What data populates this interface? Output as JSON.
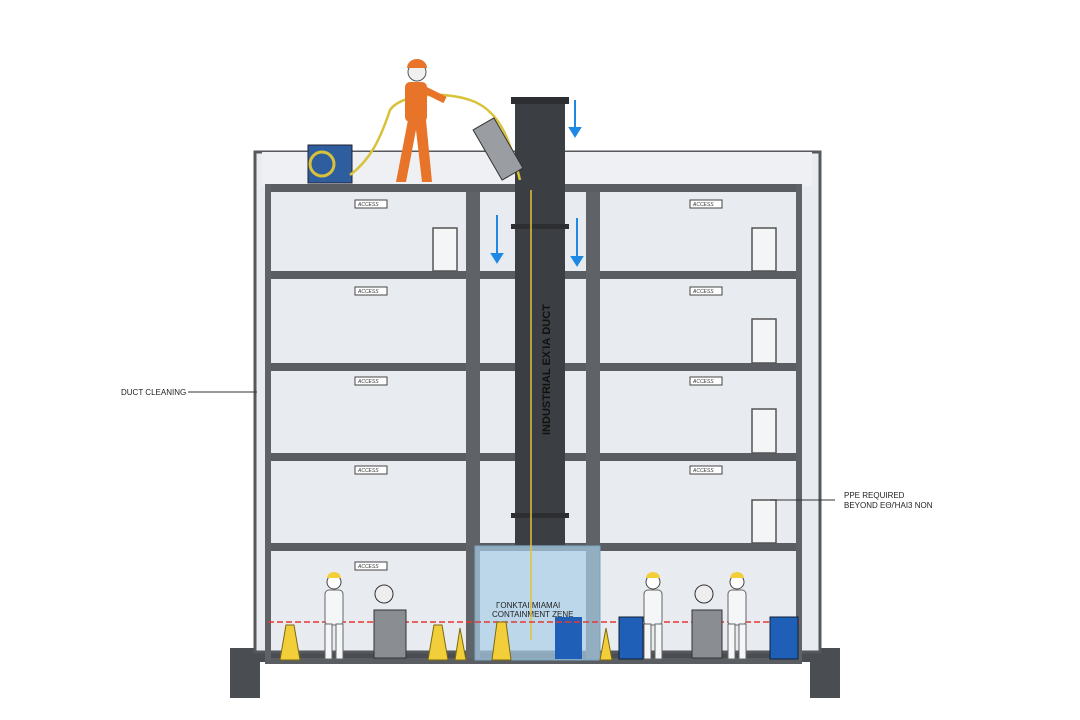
{
  "labels": {
    "left_callout": "DUCT CLEANING",
    "right_callout_line1": "PPE REQUIRED",
    "right_callout_line2": "BEYOND ΕΘ/ΉΑΙ3 ΝΟΝ",
    "duct_text": "INDUSTRIAL EXΊΑ DUCT",
    "containment_line1": "ΓΟΝΚΤΑΙΙΜΙΑΜΑΙ",
    "containment_line2": "CΟΝΤΑΙΝΜΕΝΤ ΖΕΝΕ",
    "room_sign": "ACCESS"
  },
  "colors": {
    "structure": "#55585c",
    "duct": "#3b3e43",
    "arrow": "#1e88e5",
    "worker_orange": "#e8742a",
    "hazmat": "#f4f6f8",
    "barrel_blue": "#1f5fb8",
    "caution_yellow": "#f2cf3a",
    "tape_red": "#e53935",
    "room_fill": "#e8ebef"
  }
}
